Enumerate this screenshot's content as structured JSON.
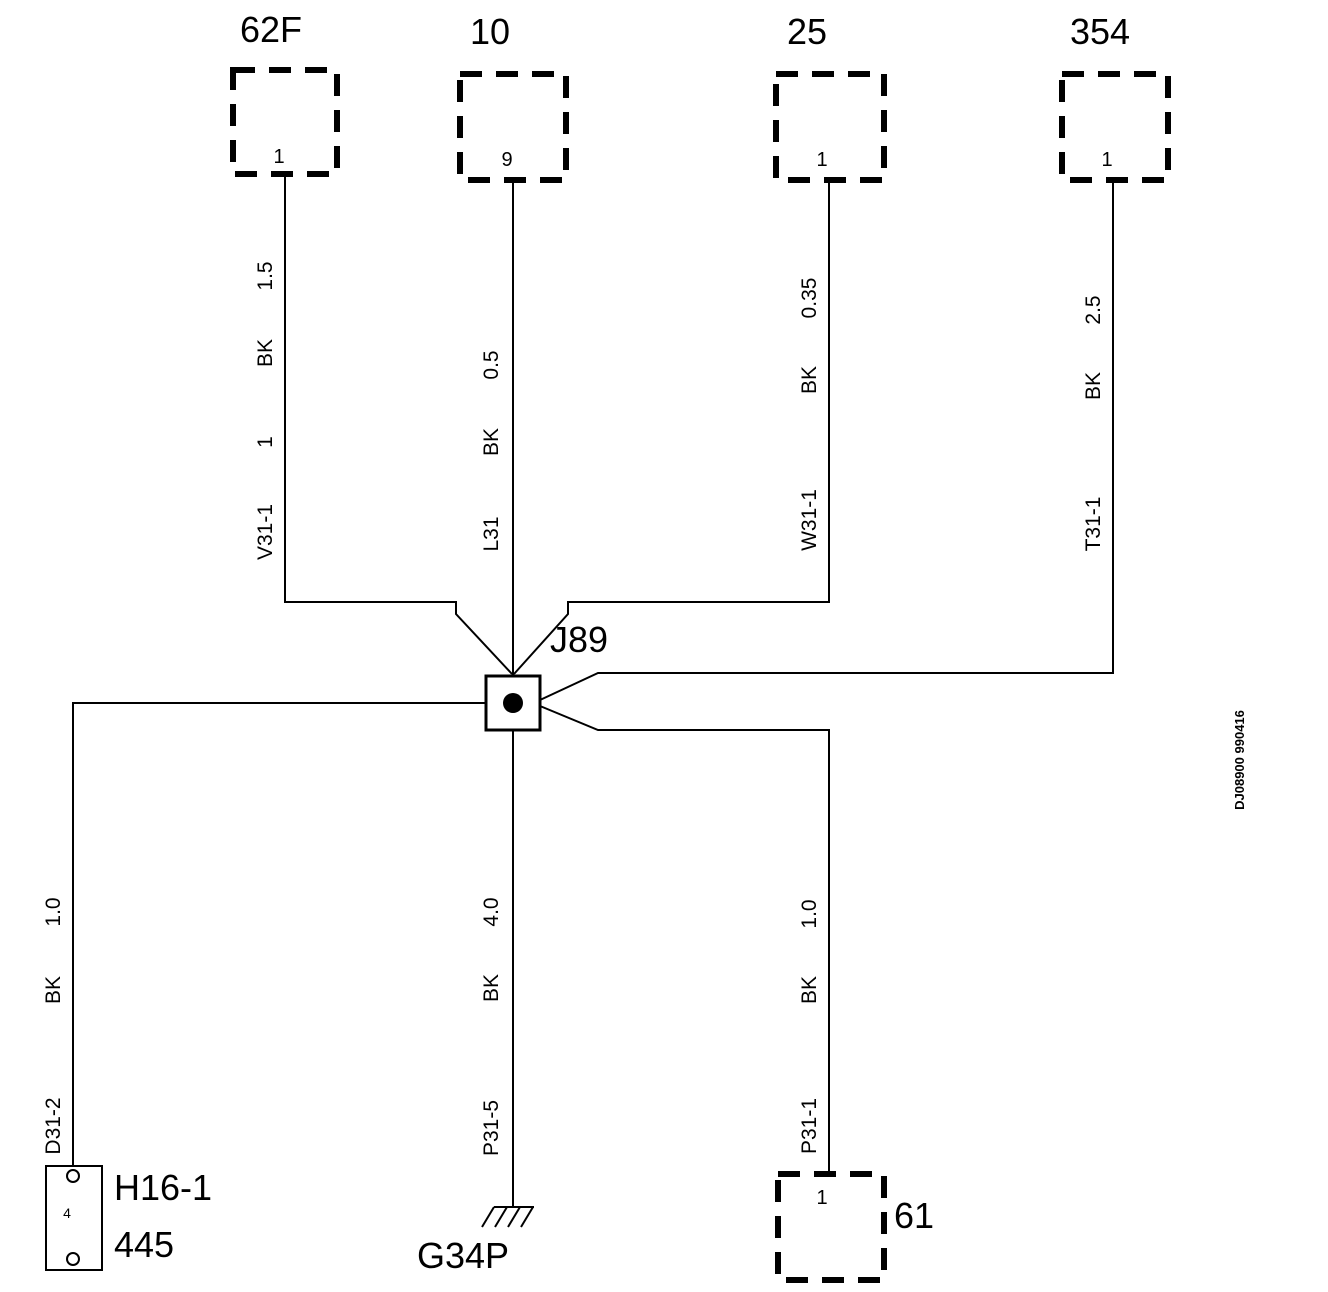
{
  "connectors": {
    "c62f": {
      "name": "62F",
      "pin": "1"
    },
    "c10": {
      "name": "10",
      "pin": "9"
    },
    "c25": {
      "name": "25",
      "pin": "1"
    },
    "c354": {
      "name": "354",
      "pin": "1"
    },
    "c61": {
      "name": "61",
      "pin": "1"
    }
  },
  "splice": {
    "name": "J89"
  },
  "wires": {
    "w62f": {
      "circuit": "V31-1",
      "terminal": "1",
      "color": "BK",
      "gauge": "1.5"
    },
    "w10": {
      "circuit": "L31",
      "color": "BK",
      "gauge": "0.5"
    },
    "w25": {
      "circuit": "W31-1",
      "color": "BK",
      "gauge": "0.35"
    },
    "w354": {
      "circuit": "T31-1",
      "color": "BK",
      "gauge": "2.5"
    },
    "w445": {
      "circuit": "D31-2",
      "color": "BK",
      "gauge": "1.0"
    },
    "wground": {
      "circuit": "P31-5",
      "color": "BK",
      "gauge": "4.0"
    },
    "w61": {
      "circuit": "P31-1",
      "color": "BK",
      "gauge": "1.0"
    }
  },
  "component_h16": {
    "name": "H16-1",
    "number": "445",
    "pin": "4"
  },
  "ground": {
    "name": "G34P"
  },
  "doc_code": "DJ08900 990416",
  "colors": {
    "line": "#000000",
    "background": "#ffffff"
  }
}
